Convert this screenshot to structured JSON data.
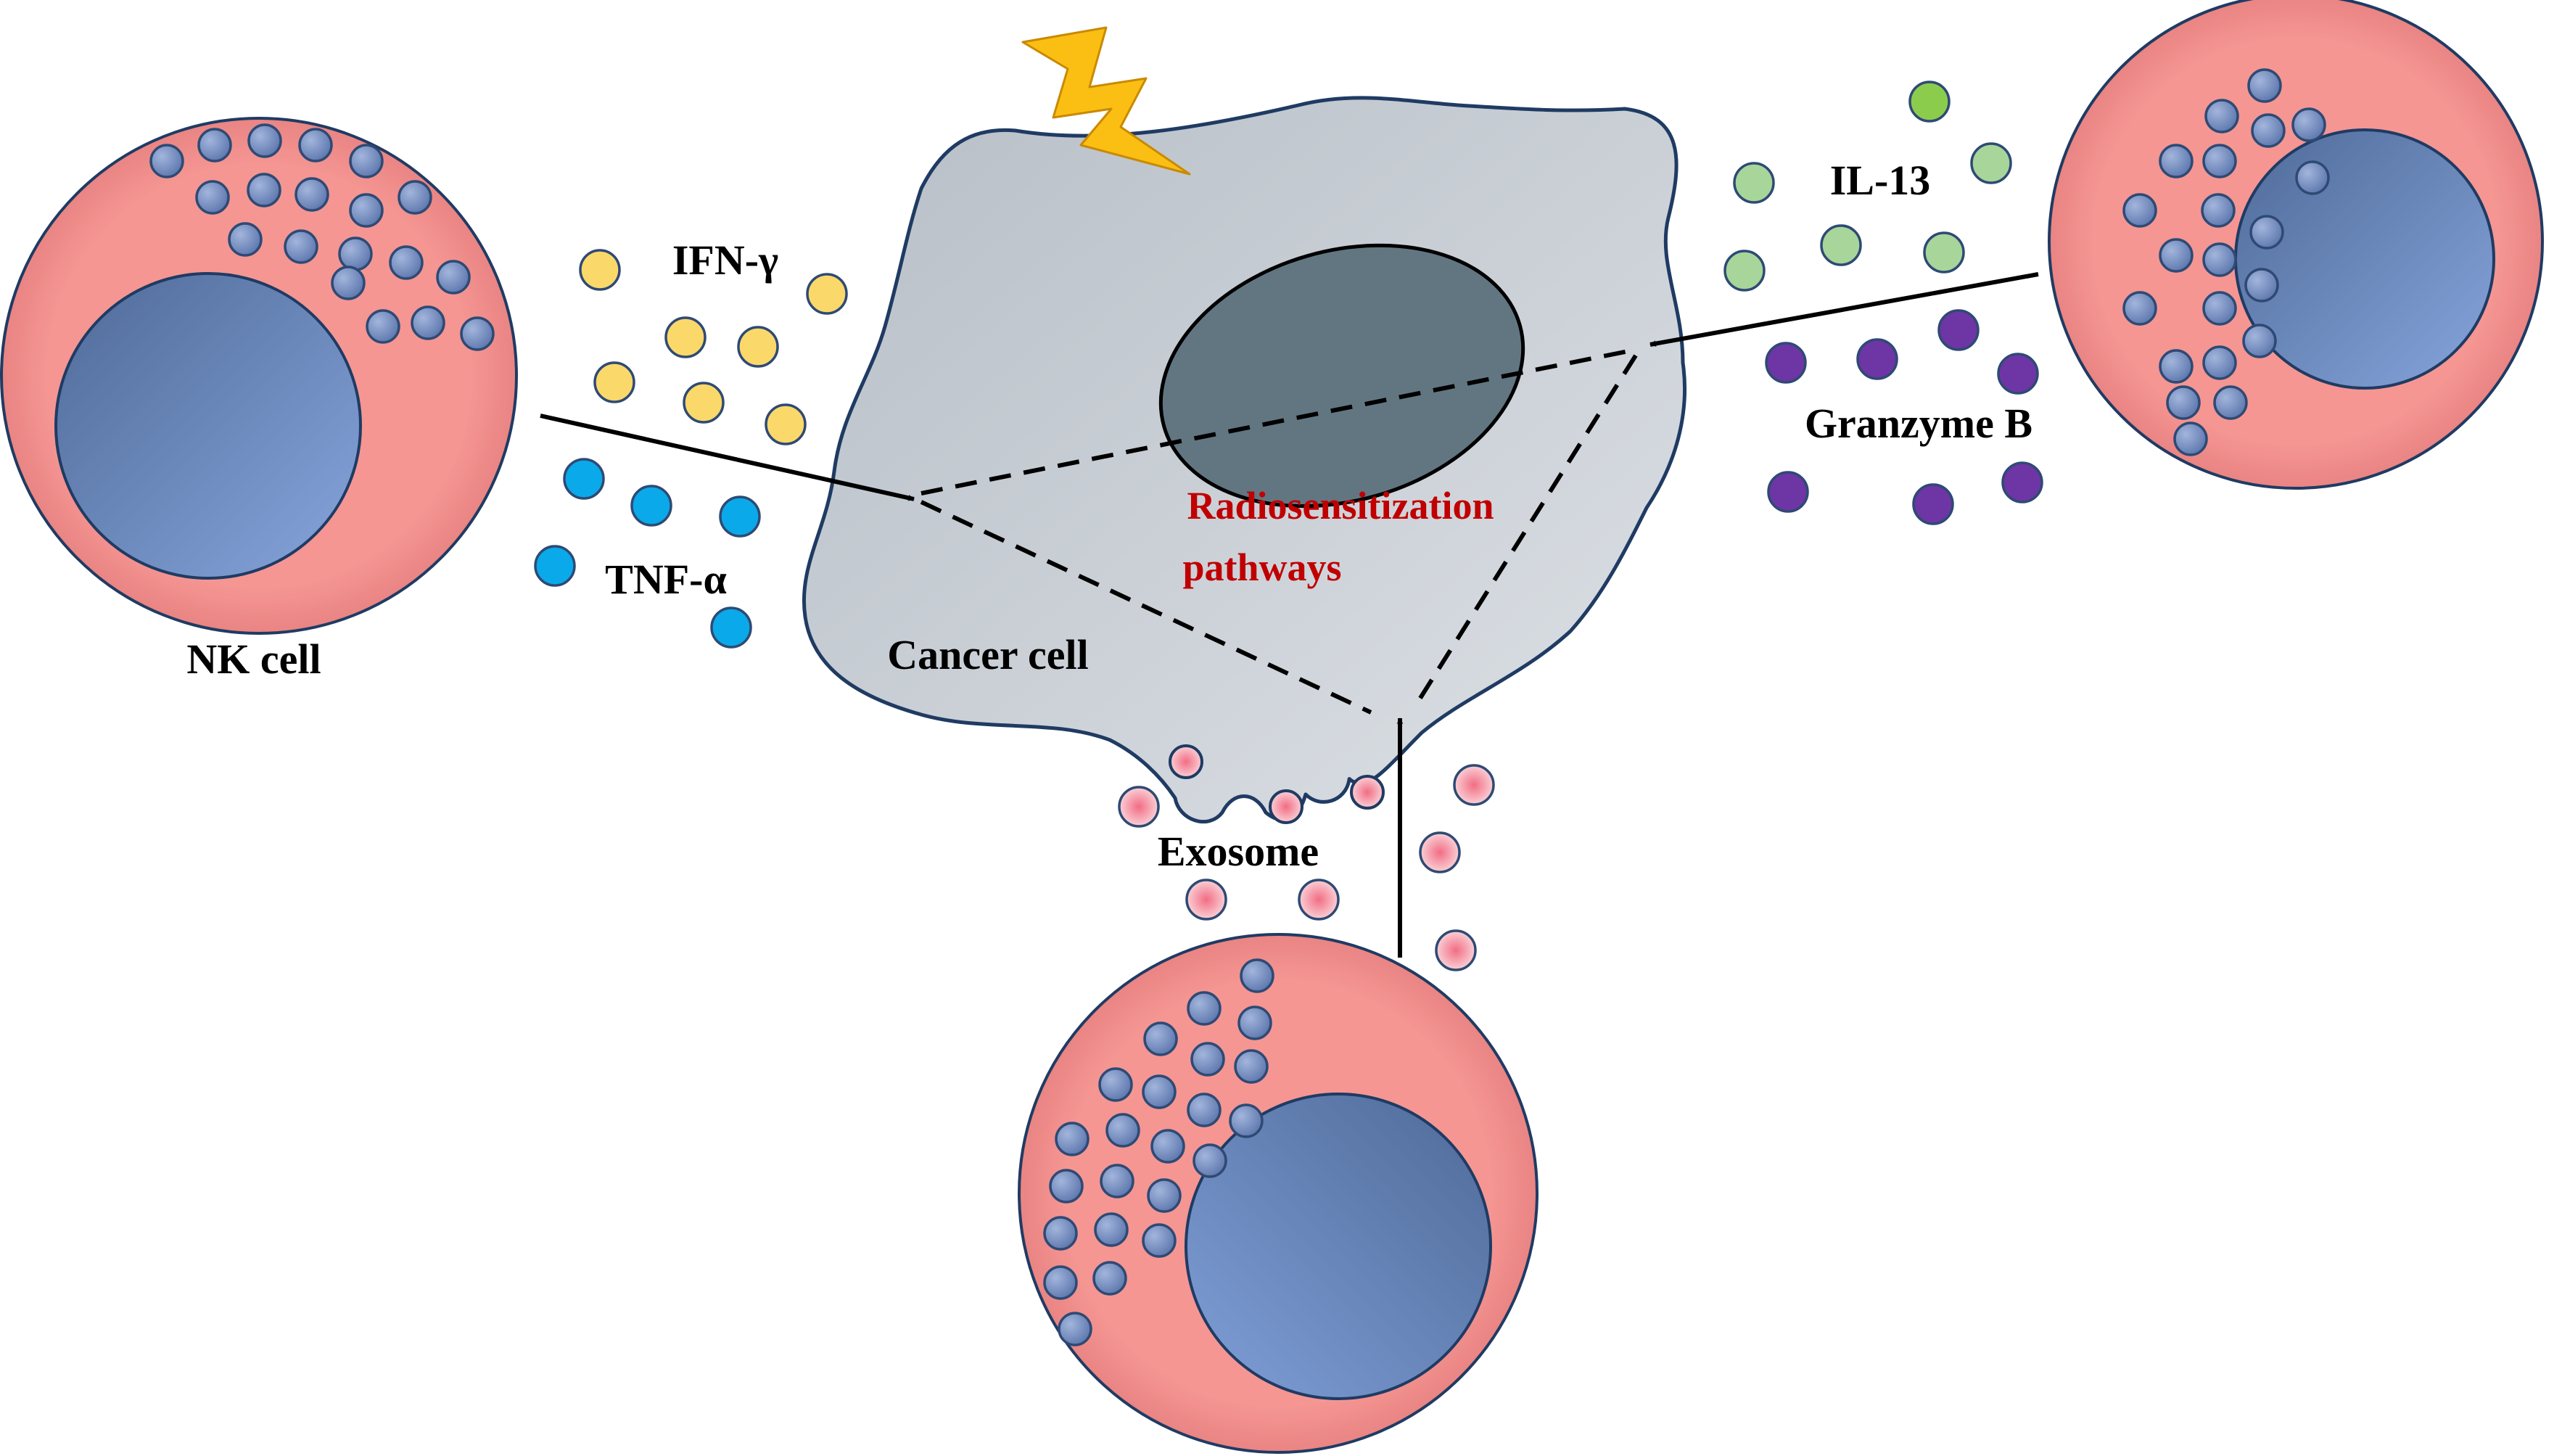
{
  "labels": {
    "nk_cell": "NK cell",
    "cancer_cell": "Cancer cell",
    "ifn": "IFN-γ",
    "tnf": "TNF-α",
    "il13": "IL-13",
    "granzyme": "Granzyme B",
    "exosome": "Exosome",
    "radio_line1": "Radiosensitization",
    "radio_line2": "pathways"
  },
  "colors": {
    "nk_cytoplasm": "#f39593",
    "nk_nucleus": "#6a8cc4",
    "granule": "#6f88bb",
    "cancer_body": "#c7ccd1",
    "cancer_nucleus": "#627682",
    "ifn_molecule": "#fbd86a",
    "tnf_molecule": "#0aa9e9",
    "il13_molecule": "#a8d59a",
    "il13_highlight": "#8ccc4c",
    "granzyme_molecule": "#6e35a5",
    "exosome": "#f59aa5",
    "lightning": "#fbbf14",
    "radiosensitization_text": "#c00000",
    "outline": "#2e4a74"
  },
  "icons": [
    "lightning-bolt-icon"
  ]
}
